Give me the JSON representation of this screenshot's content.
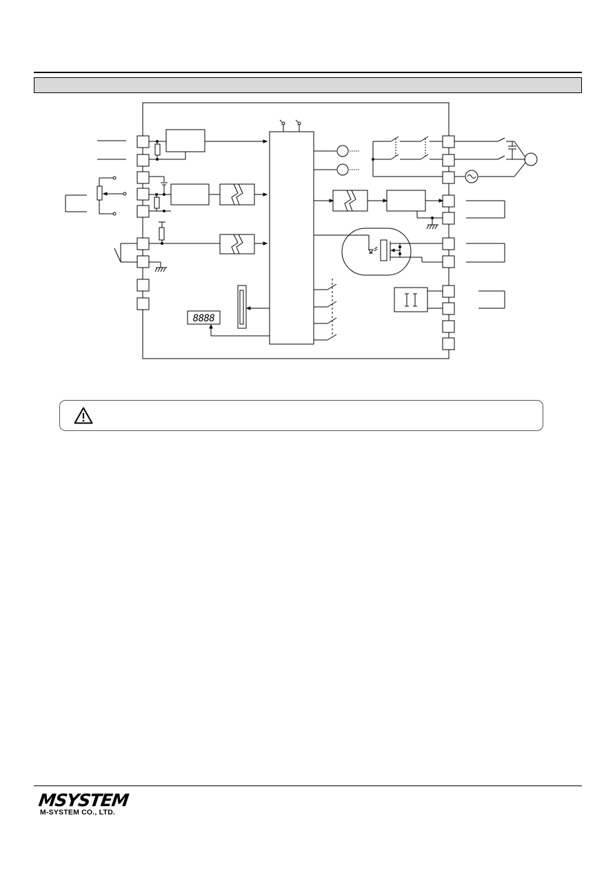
{
  "header": {
    "section_bar_title": ""
  },
  "diagram": {
    "segment_display_text": "8888",
    "icons": {
      "relay_contact": "relay-contact-icon",
      "potentiometer": "potentiometer-icon",
      "ac_source": "ac-source-icon",
      "ground": "ground-icon",
      "photomos": "photomos-relay-icon",
      "isolation": "isolation-barrier-icon",
      "indicator_led": "indicator-led-icon"
    }
  },
  "warning": {
    "icon": "warning-triangle-icon",
    "text": ""
  },
  "footer": {
    "logo_text": "MSYSTEM",
    "company_name": "M-SYSTEM CO., LTD."
  }
}
